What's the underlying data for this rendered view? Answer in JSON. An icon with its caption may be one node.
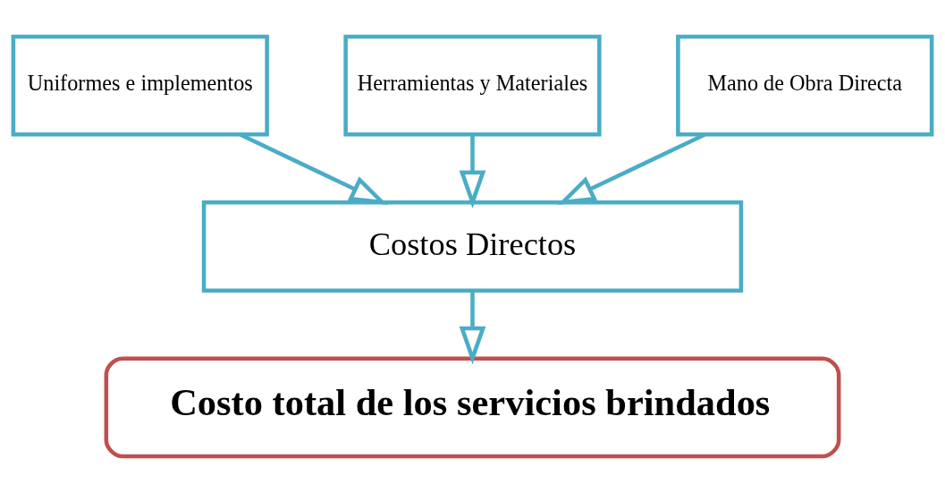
{
  "diagram": {
    "nodes": [
      {
        "text": [
          "Uniformes e implementos"
        ]
      },
      {
        "text": [
          "Herramientas y Materiales"
        ]
      },
      {
        "text": [
          "Mano de Obra Directa"
        ]
      },
      {
        "text": [
          "Costos Directos"
        ]
      },
      {
        "text": [
          "Costo total de los servicios brindados"
        ]
      }
    ],
    "edges": [
      {
        "from": 0,
        "to": 3,
        "arrow": "to"
      },
      {
        "from": 1,
        "to": 3,
        "arrow": "to"
      },
      {
        "from": 2,
        "to": 3,
        "arrow": "to"
      },
      {
        "from": 3,
        "to": 4,
        "arrow": "to"
      }
    ]
  }
}
